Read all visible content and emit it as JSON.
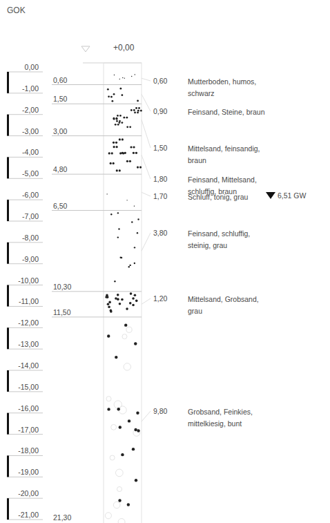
{
  "diagram": {
    "title": "GOK",
    "labels": [
      "+0,00",
      "0,00",
      "-1,00",
      "-2,00",
      "-3,00",
      "-4,00",
      "-5,00",
      "-6,00",
      "-7,00",
      "-8,00",
      "-9,00",
      "-10,00",
      "-11,00",
      "-12,00",
      "-13,00",
      "-14,00",
      "-15,00",
      "-16,00",
      "-17,00",
      "-18,00",
      "-19,00",
      "-20,00",
      "-21,00",
      "0,60",
      "1,50",
      "3,00",
      "4,80",
      "6,50",
      "10,30",
      "11,50",
      "21,30",
      "0,60",
      "0,90",
      "1,50",
      "1,80",
      "1,70",
      "3,80",
      "1,20",
      "9,80",
      "Mutterboden, humos, schwarz",
      "Feinsand, Steine, braun",
      "Mittelsand, feinsandig, braun",
      "Feinsand, Mittelsand, schluffig, braun",
      "Schluff, tonig, grau",
      "Feinsand, schluffig, steinig, grau",
      "Mittelsand, Grobsand, grau",
      "Grobsand, Feinkies, mittelkiesig, bunt",
      "6,51 GW"
    ]
  }
}
